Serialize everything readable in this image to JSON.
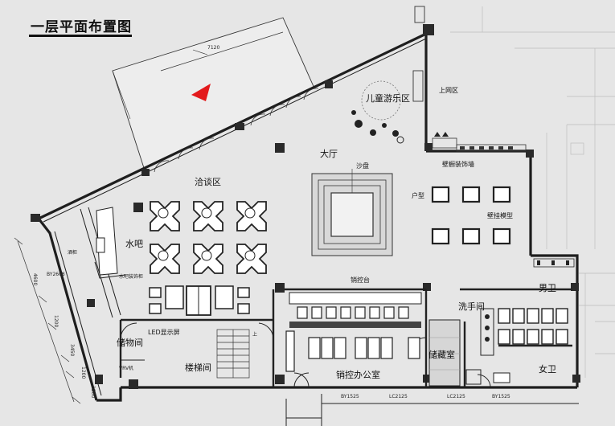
{
  "title": "一层平面布置图",
  "rooms": {
    "hall": "大厅",
    "kids_area": "儿童游乐区",
    "internet_area": "上网区",
    "negotiation_area": "洽谈区",
    "water_bar": "水吧",
    "sand_table": "沙盘",
    "wall_decor": "壁橱装饰墙",
    "unit_type": "户型",
    "wall_model": "壁挂模型",
    "sales_desk": "销控台",
    "led_screen": "LED显示屏",
    "storage": "储物间",
    "stairs": "楼梯间",
    "sales_office": "销控办公室",
    "storeroom": "储藏室",
    "washroom": "洗手间",
    "mens": "男卫",
    "womens": "女卫",
    "water_bar_decor": "水吧装饰柜",
    "wine_cabinet": "酒柜",
    "vrv": "VRV机",
    "up": "上"
  },
  "dimensions": {
    "top_width": "7120",
    "side_a": "BY2608",
    "side_b": "4600",
    "side_c": "1200",
    "side_d": "3450",
    "side_e": "1200",
    "side_f": "1200",
    "bottom_a": "BY1525",
    "bottom_b": "LC2125",
    "bottom_c": "LC2125",
    "bottom_d": "BY1525"
  },
  "colors": {
    "wall": "#222222",
    "floor": "#e6e6e6",
    "marker": "#e31a1c"
  }
}
